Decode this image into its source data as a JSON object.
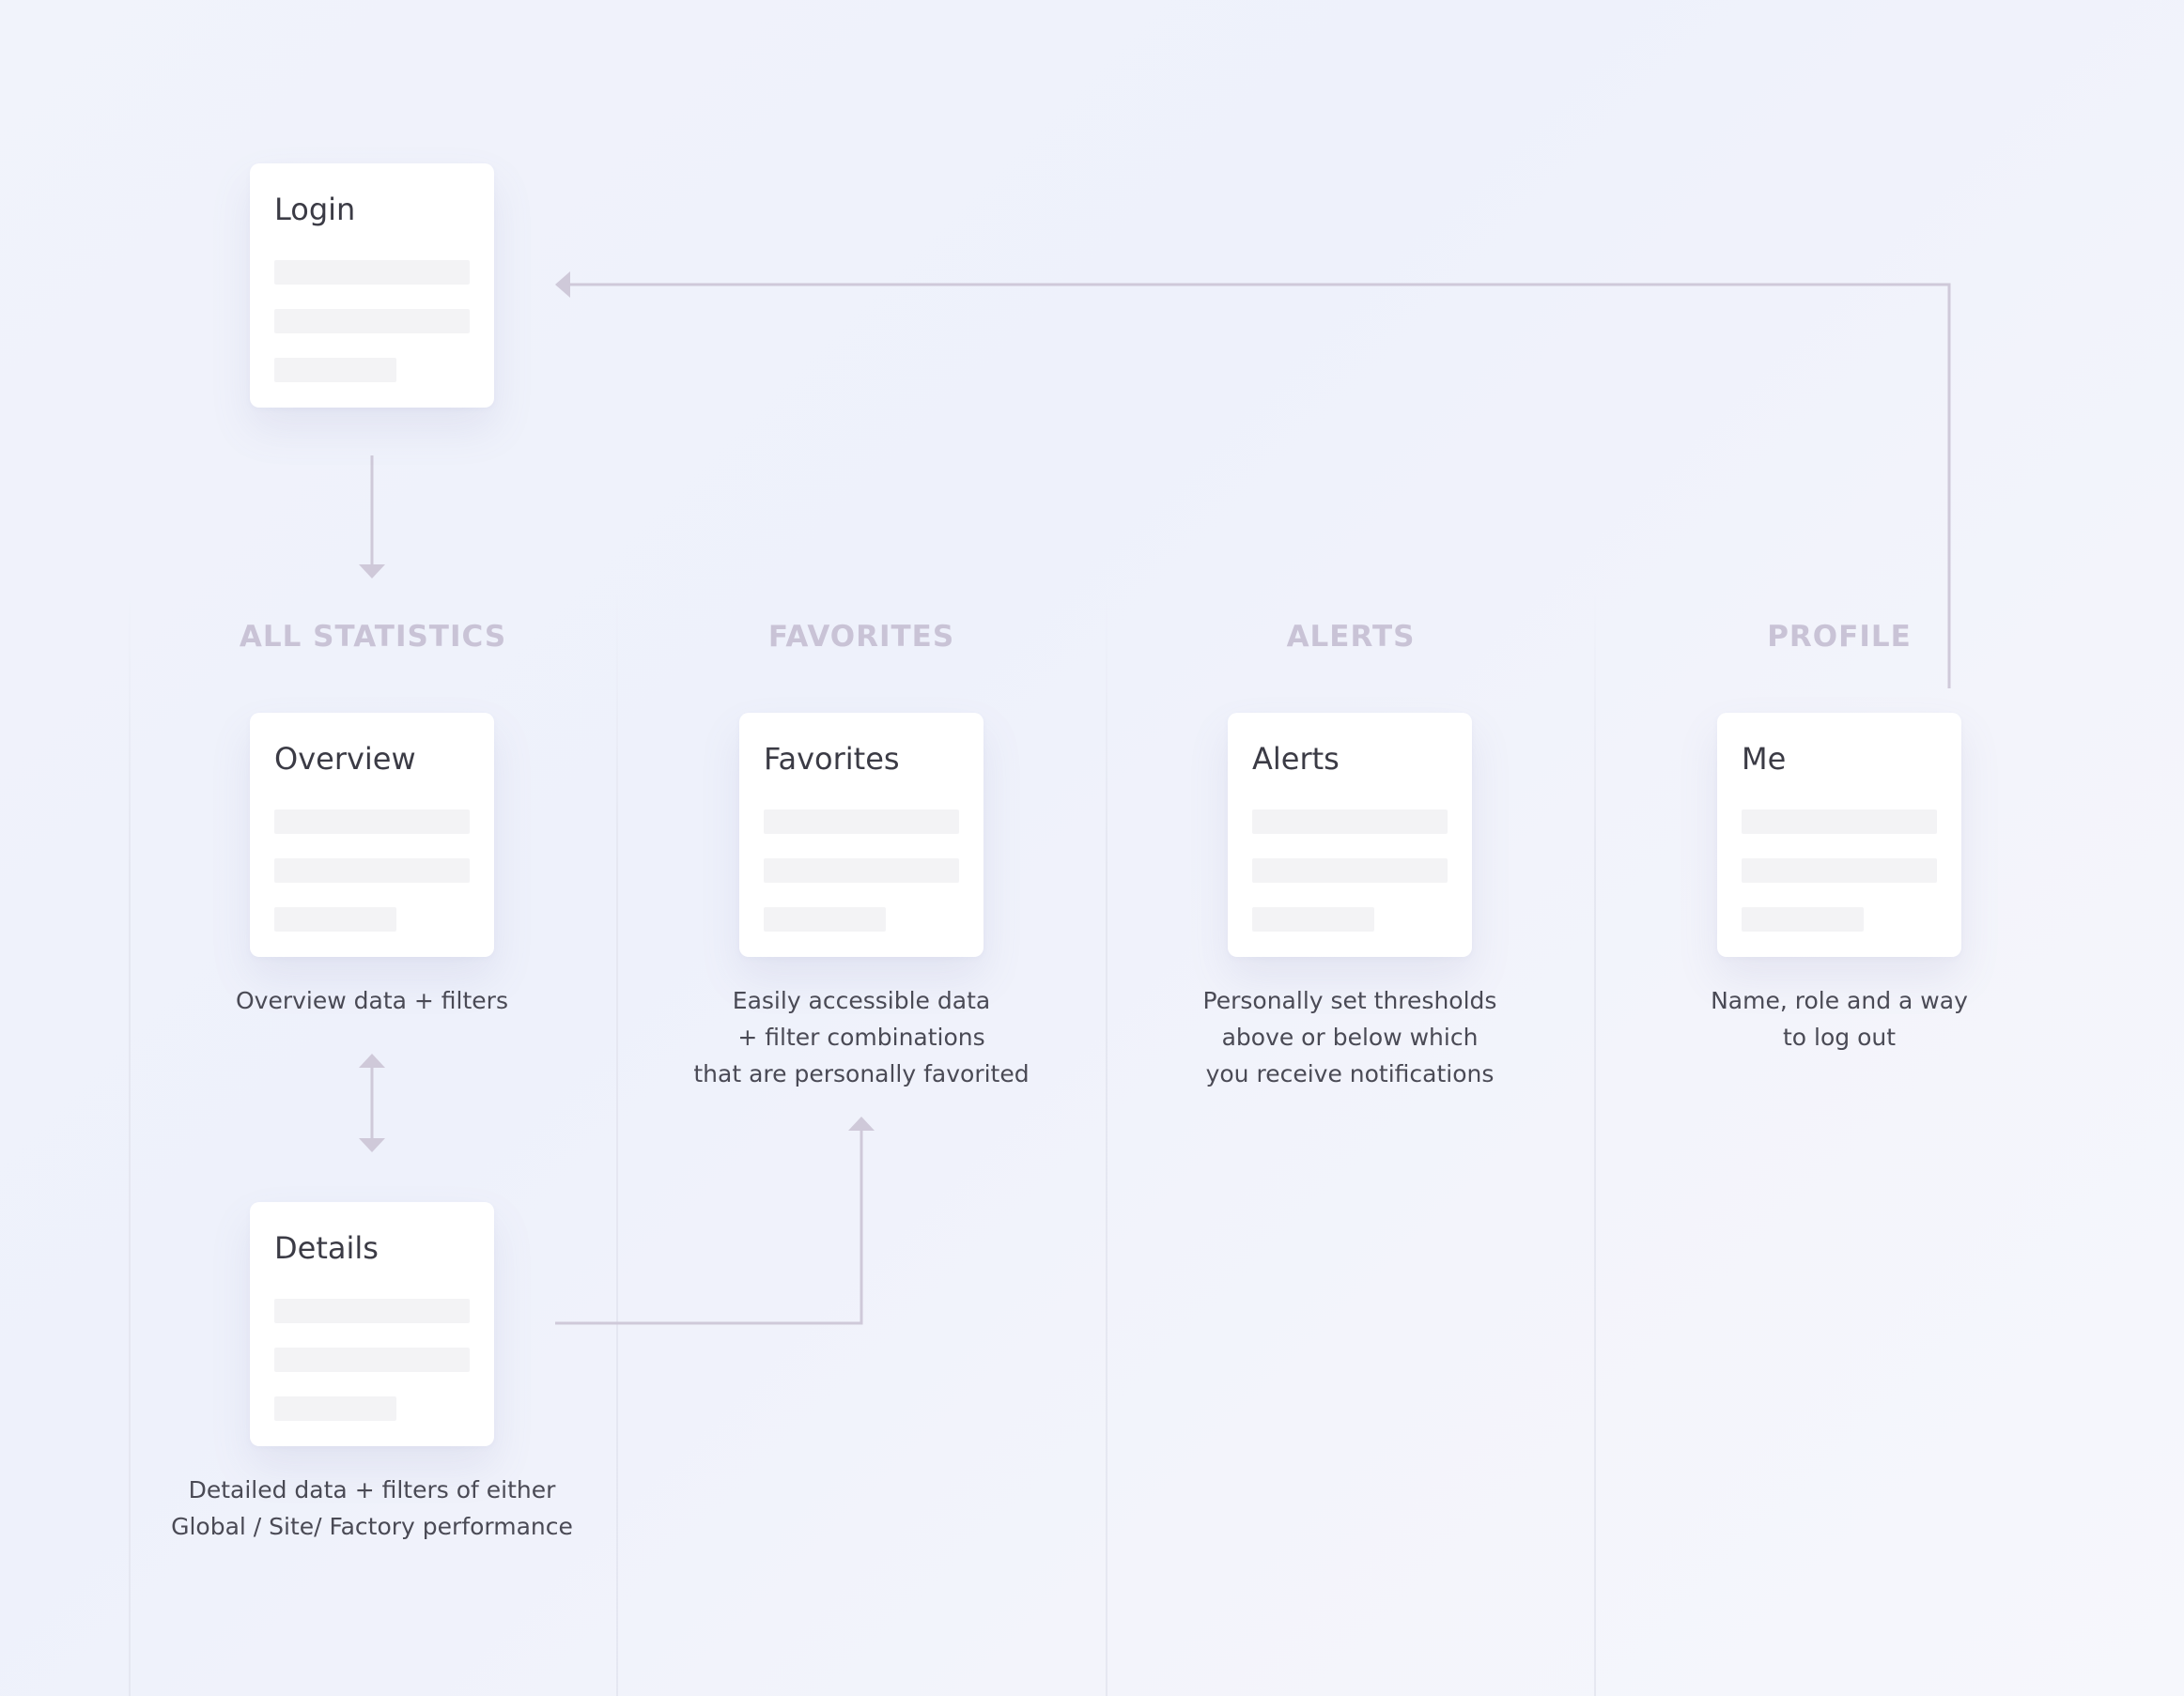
{
  "columns": [
    {
      "id": "all-statistics",
      "header": "ALL STATISTICS"
    },
    {
      "id": "favorites",
      "header": "FAVORITES"
    },
    {
      "id": "alerts",
      "header": "ALERTS"
    },
    {
      "id": "profile",
      "header": "PROFILE"
    }
  ],
  "cards": {
    "login": {
      "title": "Login"
    },
    "overview": {
      "title": "Overview",
      "description": [
        "Overview data + filters"
      ]
    },
    "details": {
      "title": "Details",
      "description": [
        "Detailed data + filters of either",
        "Global / Site/ Factory performance"
      ]
    },
    "favorites": {
      "title": "Favorites",
      "description": [
        "Easily accessible data",
        "+ filter combinations",
        "that are personally favorited"
      ]
    },
    "alerts": {
      "title": "Alerts",
      "description": [
        "Personally set thresholds",
        "above or below which",
        "you receive notifications"
      ]
    },
    "me": {
      "title": "Me",
      "description": [
        "Name, role and a way",
        "to log out"
      ]
    }
  },
  "colors": {
    "connector": "#cfc9d9",
    "header": "#c9c3d6",
    "card_bg": "#ffffff",
    "placeholder_bar": "#f3f3f5"
  }
}
